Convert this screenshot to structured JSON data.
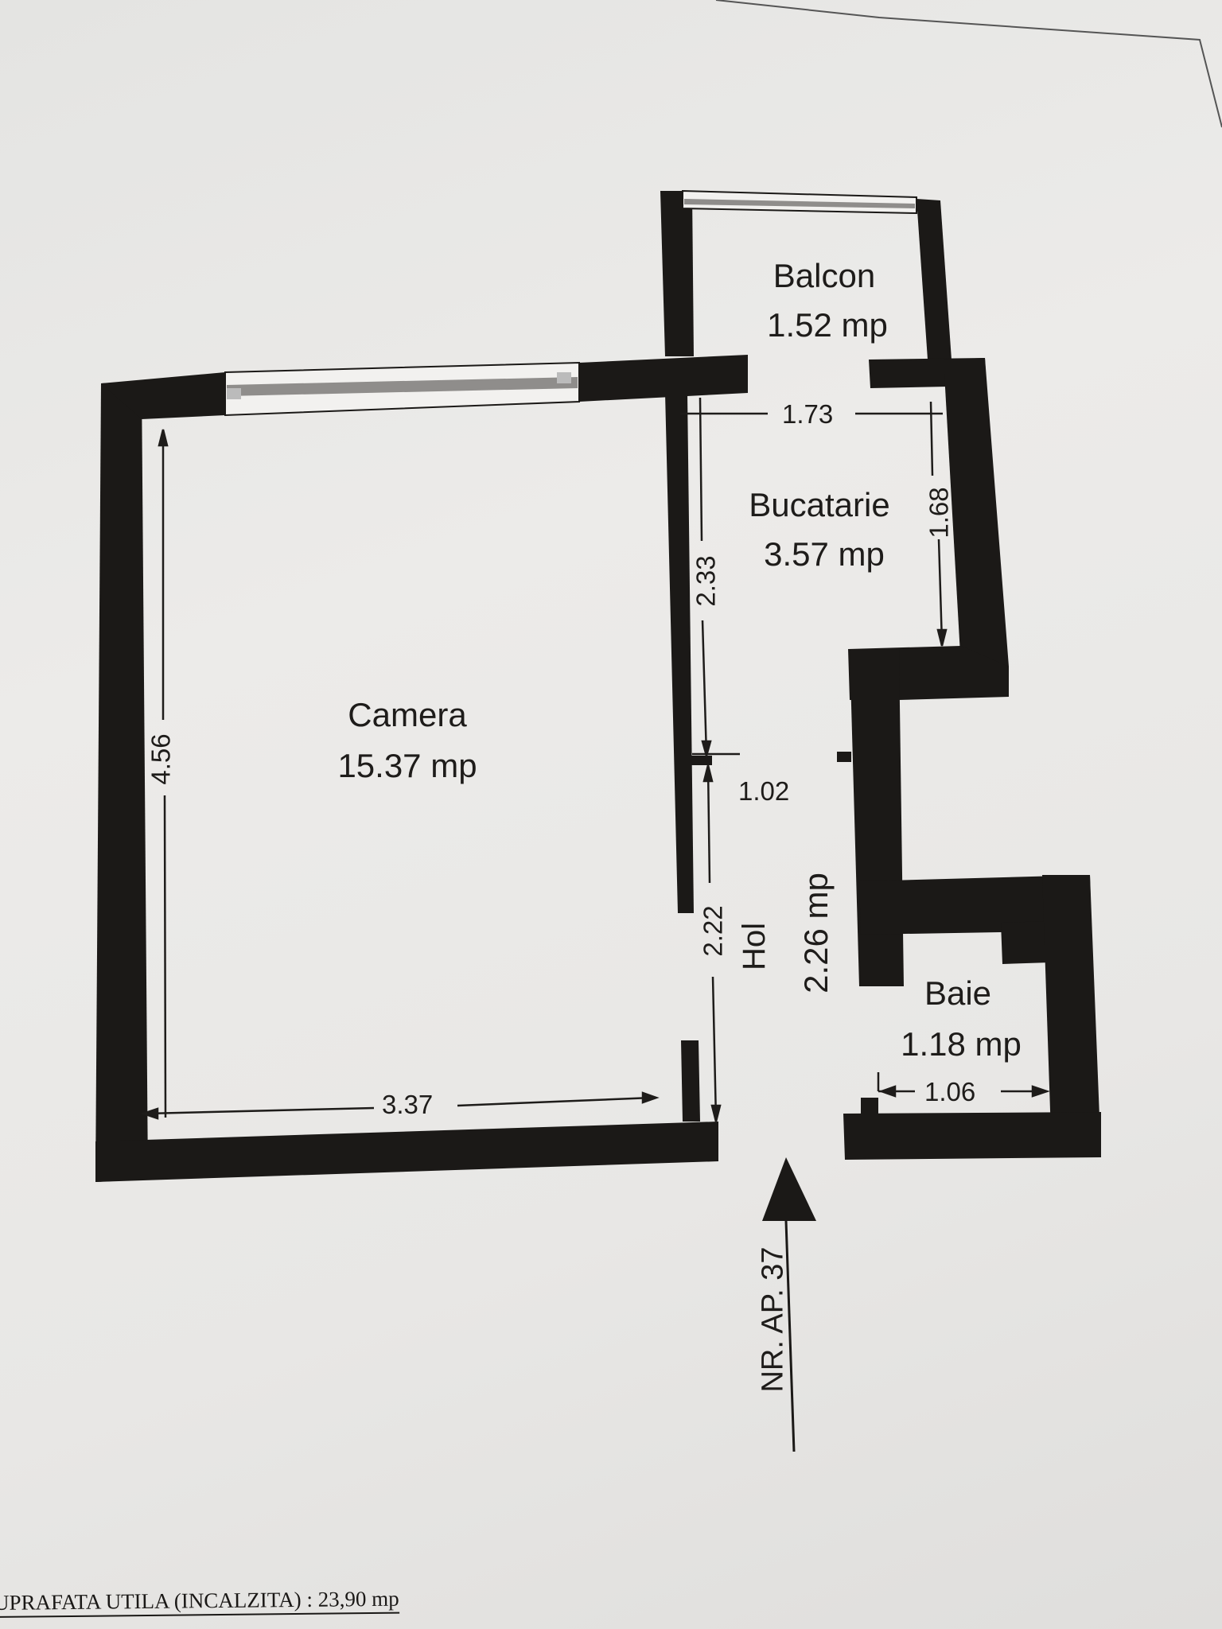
{
  "plan": {
    "rooms": [
      {
        "name": "Balcon",
        "area": "1.52 mp"
      },
      {
        "name": "Bucatarie",
        "area": "3.57 mp"
      },
      {
        "name": "Camera",
        "area": "15.37 mp"
      },
      {
        "name": "Hol",
        "area": "2.26 mp"
      },
      {
        "name": "Baie",
        "area": "1.18 mp"
      }
    ],
    "dimensions": {
      "camera_height": "4.56",
      "camera_width": "3.37",
      "bucatarie_width": "1.73",
      "bucatarie_height_left": "2.33",
      "bucatarie_height_right": "1.68",
      "hol_width": "1.02",
      "hol_length": "2.22",
      "baie_width": "1.06"
    },
    "entrance_label": "NR. AP. 37",
    "entrance_icon": "arrow-up-icon",
    "colors": {
      "wall": "#1b1917",
      "paper": "#e9e8e6",
      "window": "#9a9896"
    }
  },
  "footer": {
    "surface_label": "UPRAFATA UTILA (INCALZITA) : 23,90  mp"
  }
}
